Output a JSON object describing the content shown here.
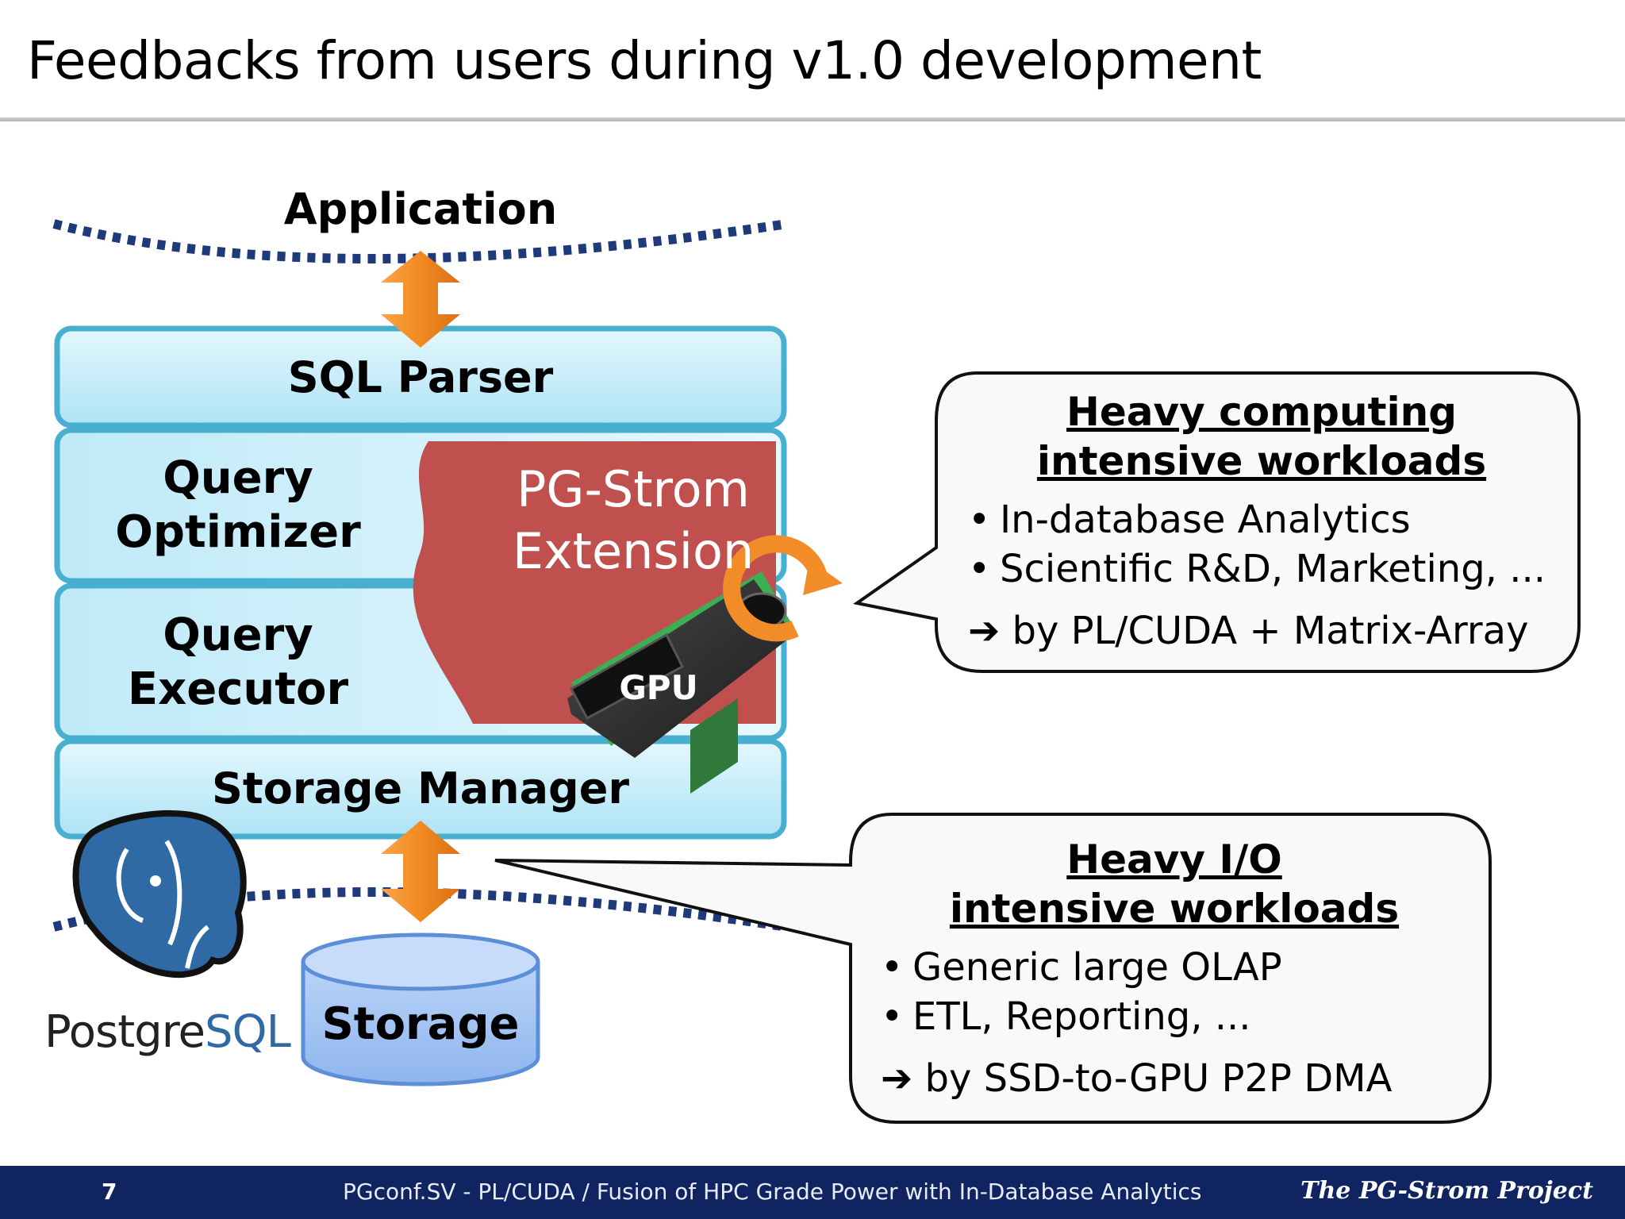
{
  "slide": {
    "title": "Feedbacks from users during v1.0 development"
  },
  "stack": {
    "application": "Application",
    "sql_parser": "SQL Parser",
    "query_optimizer_1": "Query",
    "query_optimizer_2": "Optimizer",
    "query_executor_1": "Query",
    "query_executor_2": "Executor",
    "storage_manager": "Storage Manager",
    "storage": "Storage",
    "pg_strom_1": "PG-Strom",
    "pg_strom_2": "Extension",
    "gpu": "GPU"
  },
  "logo": {
    "postgre": "Postgre",
    "sql": "SQL"
  },
  "callouts": {
    "compute": {
      "head_1": "Heavy computing",
      "head_2": "intensive workloads",
      "bullets": [
        "In-database Analytics",
        "Scientific R&D, Marketing, ..."
      ],
      "arrow": "➔",
      "byline": "by PL/CUDA + Matrix-Array"
    },
    "io": {
      "head_1": "Heavy I/O",
      "head_2": "intensive workloads",
      "bullets": [
        "Generic large OLAP",
        "ETL, Reporting, ..."
      ],
      "arrow": "➔",
      "byline": "by SSD-to-GPU P2P DMA"
    }
  },
  "footer": {
    "page_number": "7",
    "text": "PGconf.SV - PL/CUDA / Fusion of HPC Grade Power with In-Database Analytics",
    "project": "The PG-Strom Project"
  },
  "colors": {
    "layer_fill": "#c9eefa",
    "layer_border": "#47afd0",
    "pg_strom_red": "#c0504d",
    "arrow_orange": "#f28c28",
    "dots_navy": "#1f3a7a",
    "footer_navy": "#0f2460",
    "storage_blue": "#9cc0f2"
  }
}
